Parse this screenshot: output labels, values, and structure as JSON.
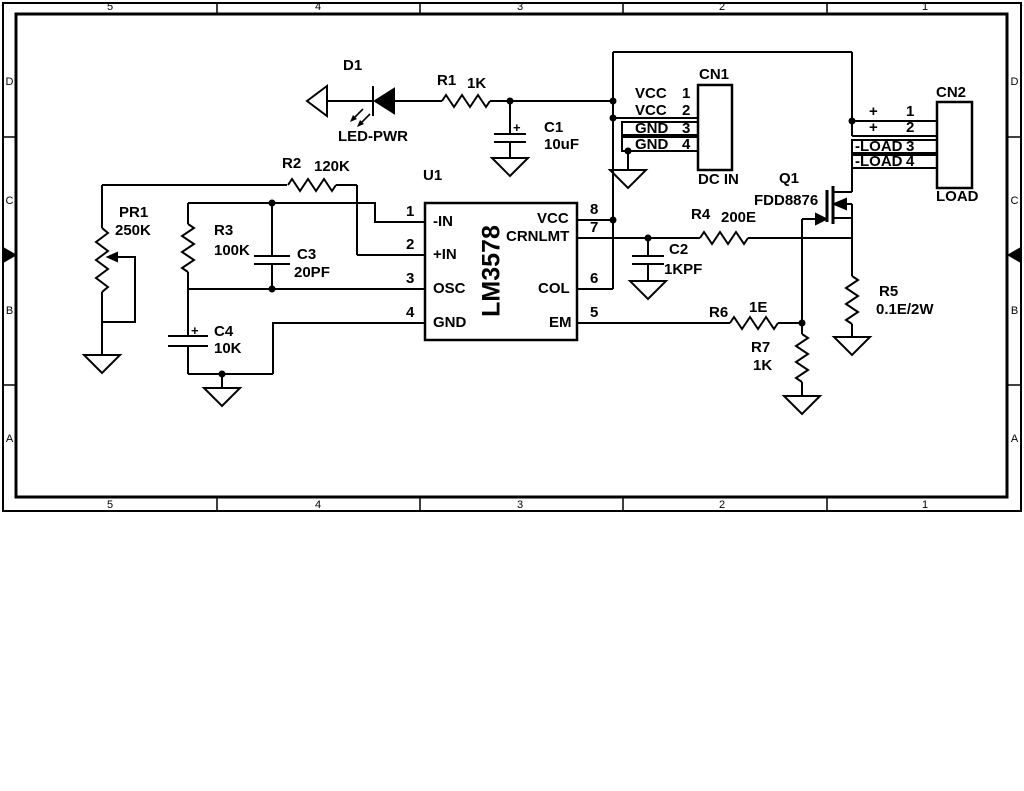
{
  "border": {
    "cols": [
      "5",
      "4",
      "3",
      "2",
      "1"
    ],
    "rows": [
      "D",
      "C",
      "B",
      "A"
    ]
  },
  "components": {
    "d1": {
      "ref": "D1",
      "value": "LED-PWR"
    },
    "r1": {
      "ref": "R1",
      "value": "1K"
    },
    "c1": {
      "ref": "C1",
      "value": "10uF",
      "polarity": "+"
    },
    "cn1": {
      "ref": "CN1",
      "sub": "DC IN",
      "pins": [
        {
          "name": "VCC",
          "num": "1"
        },
        {
          "name": "VCC",
          "num": "2"
        },
        {
          "name": "GND",
          "num": "3"
        },
        {
          "name": "GND",
          "num": "4"
        }
      ]
    },
    "cn2": {
      "ref": "CN2",
      "sub": "LOAD",
      "pins": [
        {
          "name": "+",
          "num": "1"
        },
        {
          "name": "+",
          "num": "2"
        },
        {
          "name": "-LOAD",
          "num": "3"
        },
        {
          "name": "-LOAD",
          "num": "4"
        }
      ]
    },
    "u1": {
      "ref": "U1",
      "part": "LM3578",
      "left_pins": [
        {
          "num": "1",
          "name": "-IN"
        },
        {
          "num": "2",
          "name": "+IN"
        },
        {
          "num": "3",
          "name": "OSC"
        },
        {
          "num": "4",
          "name": "GND"
        }
      ],
      "right_pins": [
        {
          "num": "8",
          "name": "VCC"
        },
        {
          "num": "7",
          "name": "CRNLMT"
        },
        {
          "num": "6",
          "name": "COL"
        },
        {
          "num": "5",
          "name": "EM"
        }
      ]
    },
    "pr1": {
      "ref": "PR1",
      "value": "250K"
    },
    "r2": {
      "ref": "R2",
      "value": "120K"
    },
    "r3": {
      "ref": "R3",
      "value": "100K"
    },
    "c3": {
      "ref": "C3",
      "value": "20PF"
    },
    "c4": {
      "ref": "C4",
      "value": "10K",
      "polarity": "+"
    },
    "q1": {
      "ref": "Q1",
      "value": "FDD8876"
    },
    "r4": {
      "ref": "R4",
      "value": "200E"
    },
    "c2": {
      "ref": "C2",
      "value": "1KPF"
    },
    "r5": {
      "ref": "R5",
      "value": "0.1E/2W"
    },
    "r6": {
      "ref": "R6",
      "value": "1E"
    },
    "r7": {
      "ref": "R7",
      "value": "1K"
    }
  }
}
